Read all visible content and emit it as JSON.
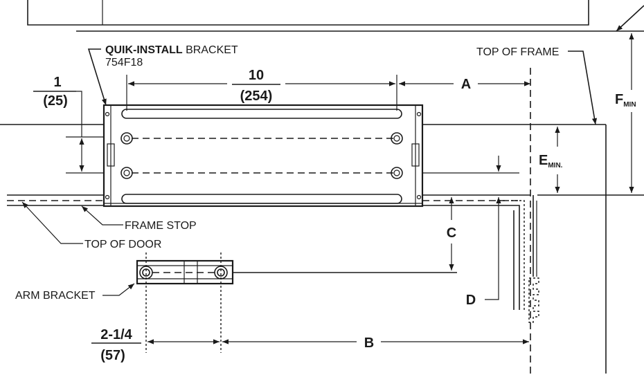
{
  "labels": {
    "bracket_name_bold": "QUIK-INSTALL",
    "bracket_name_rest": " BRACKET",
    "bracket_part": "754F18",
    "top_of_frame": "TOP OF FRAME",
    "frame_stop": "FRAME STOP",
    "top_of_door": "TOP OF DOOR",
    "arm_bracket": "ARM BRACKET"
  },
  "dimensions": {
    "one_in": "1",
    "one_mm": "(25)",
    "ten_in": "10",
    "ten_mm": "(254)",
    "two_in": "2-1/4",
    "two_mm": "(57)",
    "a": "A",
    "b": "B",
    "c": "C",
    "d": "D",
    "e": "E",
    "e_sub": "MIN.",
    "f": "F",
    "f_sub": "MIN"
  }
}
